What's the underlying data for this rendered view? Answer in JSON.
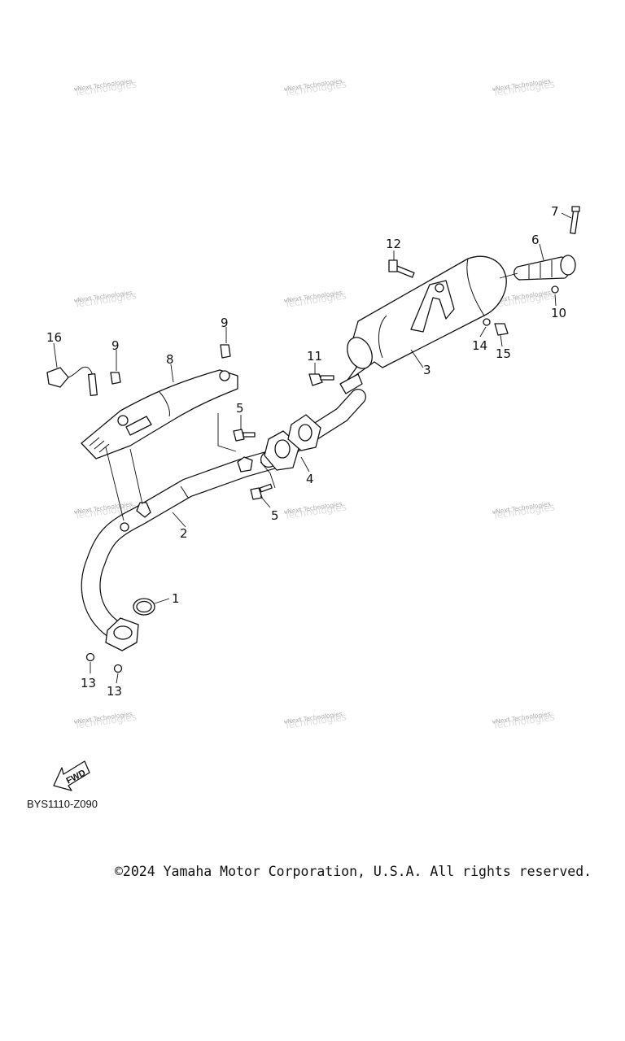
{
  "callouts": [
    "1",
    "2",
    "3",
    "4",
    "5",
    "5",
    "6",
    "7",
    "8",
    "9",
    "9",
    "10",
    "11",
    "12",
    "13",
    "13",
    "14",
    "15",
    "16"
  ],
  "watermark": {
    "small": "vNext Technologies",
    "large": "Technologies"
  },
  "fwd_label": "FWD",
  "diagram_code": "BYS1110-Z090",
  "copyright": "©2024 Yamaha Motor Corporation, U.S.A. All rights reserved."
}
